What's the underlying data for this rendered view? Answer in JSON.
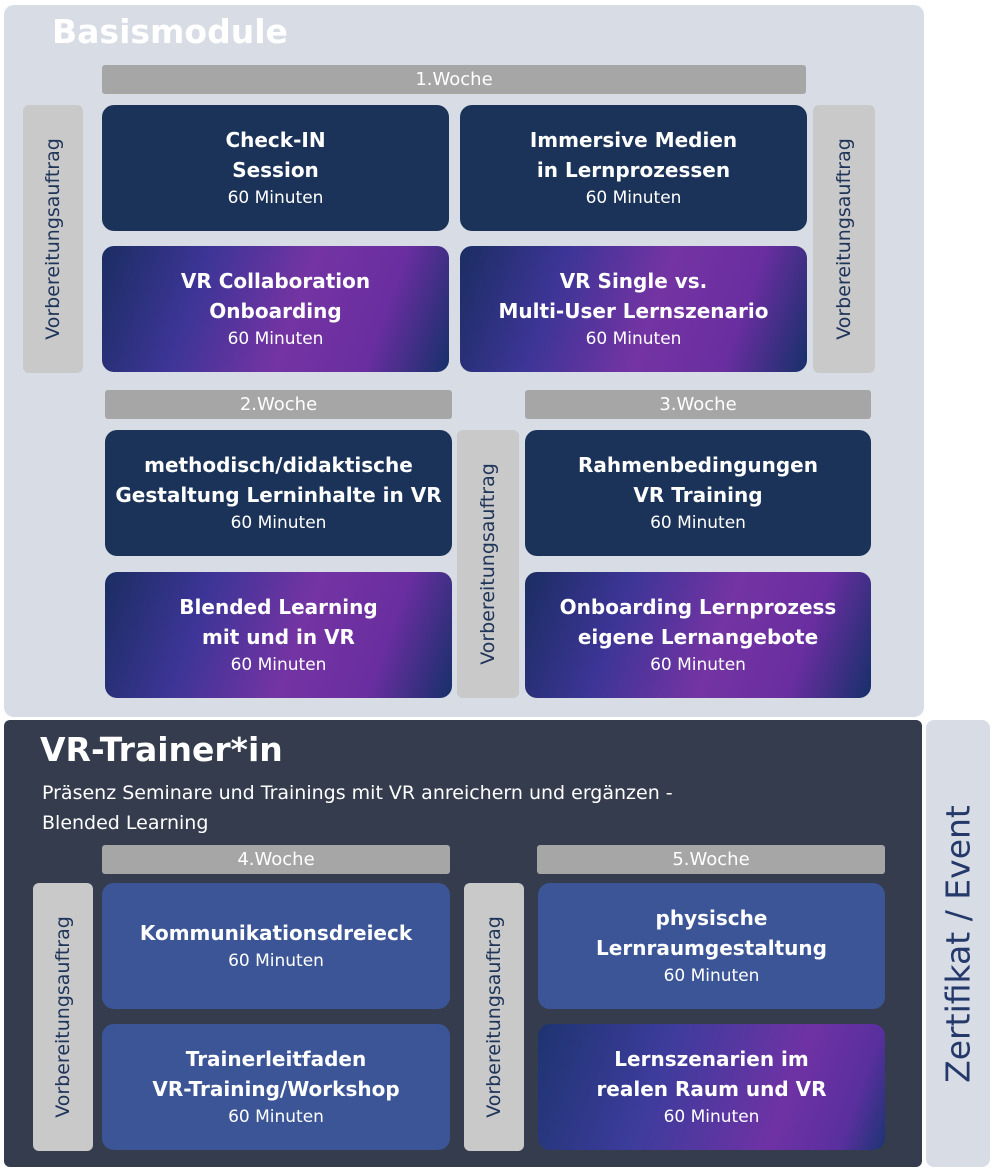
{
  "basis": {
    "title": "Basismodule",
    "weeks": {
      "w1": "1.Woche",
      "w2": "2.Woche",
      "w3": "3.Woche"
    },
    "cards": [
      {
        "title1": "Check-IN",
        "title2": "Session",
        "meta": "60 Minuten"
      },
      {
        "title1": "Immersive Medien",
        "title2": "in Lernprozessen",
        "meta": "60 Minuten"
      },
      {
        "title1": "VR Collaboration",
        "title2": "Onboarding",
        "meta": "60 Minuten"
      },
      {
        "title1": "VR Single vs.",
        "title2": "Multi-User Lernszenario",
        "meta": "60 Minuten"
      },
      {
        "title1": "methodisch/didaktische",
        "title2": "Gestaltung Lerninhalte in VR",
        "meta": "60 Minuten"
      },
      {
        "title1": "Rahmenbedingungen",
        "title2": "VR Training",
        "meta": "60 Minuten"
      },
      {
        "title1": "Blended Learning",
        "title2": "mit und in VR",
        "meta": "60 Minuten"
      },
      {
        "title1": "Onboarding Lernprozess",
        "title2": "eigene Lernangebote",
        "meta": "60 Minuten"
      }
    ]
  },
  "trainer": {
    "title": "VR-Trainer*in",
    "subtitle_line1": "Präsenz Seminare und Trainings mit VR anreichern und ergänzen -",
    "subtitle_line2": "Blended Learning",
    "weeks": {
      "w4": "4.Woche",
      "w5": "5.Woche"
    },
    "cards": [
      {
        "title1": "Kommunikationsdreieck",
        "meta": "60 Minuten"
      },
      {
        "title1": "physische",
        "title2": "Lernraumgestaltung",
        "meta": "60 Minuten"
      },
      {
        "title1": "Trainerleitfaden",
        "title2": "VR-Training/Workshop",
        "meta": "60 Minuten"
      },
      {
        "title1": "Lernszenarien im",
        "title2": "realen Raum und VR",
        "meta": "60 Minuten"
      }
    ]
  },
  "side_label": "Vorbereitungsauftrag",
  "zertifikat": "Zertifikat / Event"
}
